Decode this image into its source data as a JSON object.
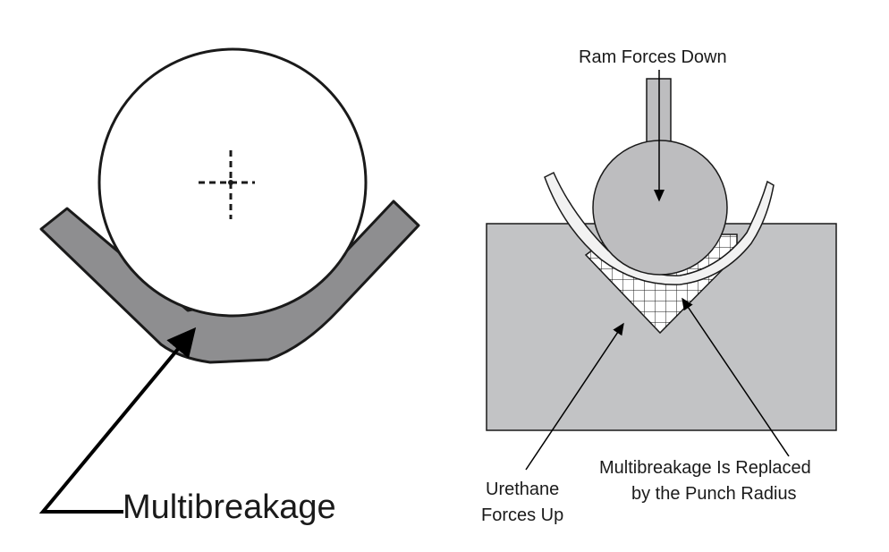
{
  "left_figure": {
    "label": "Multibreakage",
    "colors": {
      "part": "#8e8e90",
      "outline": "#1a1a1a",
      "background": "#ffffff"
    }
  },
  "right_figure": {
    "ram_label": "Ram Forces Down",
    "urethane_label_line1": "Urethane",
    "urethane_label_line2": "Forces Up",
    "replaced_label_line1": "Multibreakage Is Replaced",
    "replaced_label_line2": "by the Punch Radius",
    "colors": {
      "die": "#c2c3c5",
      "punch": "#bdbdbf",
      "sheet": "#f2f2f2",
      "grid": "#1a1a1a"
    }
  }
}
